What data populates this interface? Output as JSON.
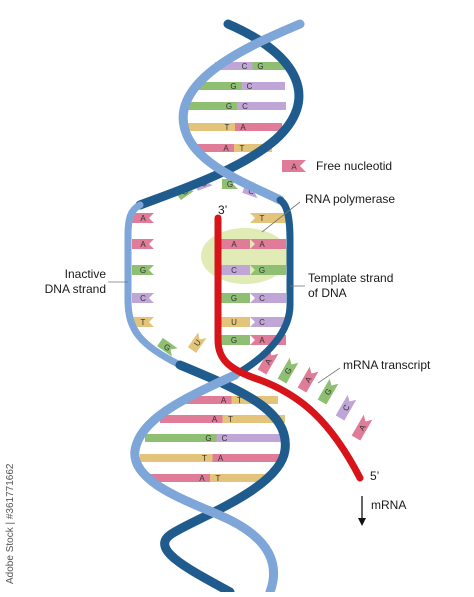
{
  "colors": {
    "backbone_dark": "#1f5b8c",
    "backbone_light": "#7fa6d8",
    "rna_strand": "#d7141a",
    "polymerase_glow": "#dbe8a8",
    "nuc_A": "#e07b98",
    "nuc_T": "#e3c47a",
    "nuc_G": "#8fbf73",
    "nuc_C": "#bfa6d6",
    "nuc_U": "#e3c47a"
  },
  "labels": {
    "free_nucleotide": "Free nucleotid",
    "free_nucleotide_base": "A",
    "rna_polymerase": "RNA polymerase",
    "inactive_strand_line1": "Inactive",
    "inactive_strand_line2": "DNA strand",
    "template_strand_line1": "Template strand",
    "template_strand_line2": "of DNA",
    "mrna_transcript": "mRNA transcript",
    "end_3prime": "3’",
    "end_5prime": "5’",
    "mrna": "mRNA",
    "stock_id": "Adobe Stock | #361771662"
  },
  "top_pairs": [
    {
      "left": "C",
      "right": "G"
    },
    {
      "left": "G",
      "right": "C"
    },
    {
      "left": "G",
      "right": "C"
    },
    {
      "left": "T",
      "right": "A"
    },
    {
      "left": "A",
      "right": "T"
    }
  ],
  "bubble_top_free": [
    "G",
    "C",
    "G",
    "C"
  ],
  "inactive_bases": [
    "A",
    "A",
    "G",
    "C",
    "T"
  ],
  "template_bases": [
    "T",
    "A",
    "G",
    "C",
    "C",
    "A"
  ],
  "template_paired": [
    "A",
    "C",
    "G",
    "U",
    "G"
  ],
  "loose_bases": [
    "G",
    "U"
  ],
  "transcript_bases": [
    "A",
    "G",
    "A",
    "G",
    "C",
    "A"
  ],
  "bottom_pairs": [
    {
      "left": "A",
      "right": "T"
    },
    {
      "left": "A",
      "right": "T"
    },
    {
      "left": "G",
      "right": "C"
    },
    {
      "left": "T",
      "right": "A"
    },
    {
      "left": "A",
      "right": "T"
    }
  ]
}
